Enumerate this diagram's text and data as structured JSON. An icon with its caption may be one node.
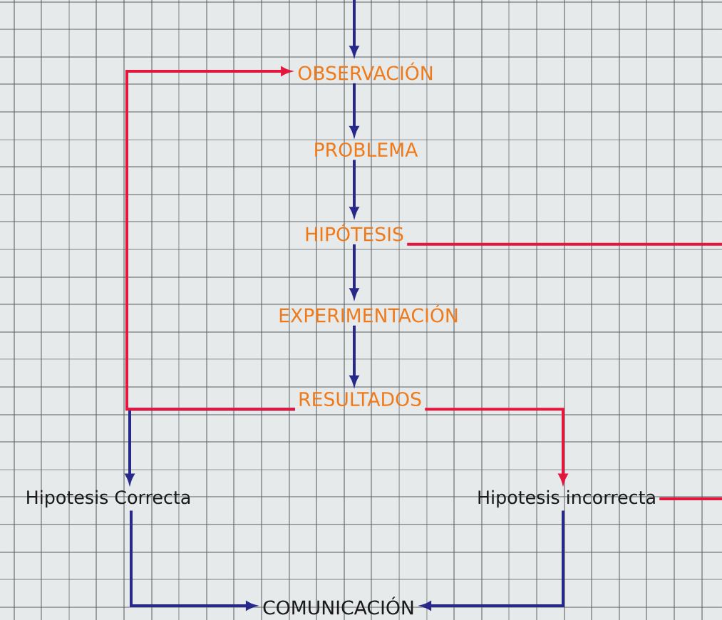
{
  "diagram": {
    "nodes": [
      {
        "text": [
          "OBSERVACIÓN"
        ]
      },
      {
        "text": [
          "PROBLEMA"
        ]
      },
      {
        "text": [
          "HIPÓTESIS"
        ]
      },
      {
        "text": [
          "EXPERIMENTACIÓN"
        ]
      },
      {
        "text": [
          "RESULTADOS"
        ]
      },
      {
        "text": [
          "Hipotesis Correcta"
        ]
      },
      {
        "text": [
          "Hipotesis incorrecta"
        ]
      },
      {
        "text": [
          "COMUNICACIÓN"
        ]
      }
    ],
    "edges": [
      {
        "from": null,
        "to": 0,
        "arrow": "to"
      },
      {
        "from": 0,
        "to": 1,
        "arrow": "to"
      },
      {
        "from": 1,
        "to": 2,
        "arrow": "to"
      },
      {
        "from": 2,
        "to": 3,
        "arrow": "to"
      },
      {
        "from": 3,
        "to": 4,
        "arrow": "to"
      },
      {
        "from": 4,
        "to": 0,
        "arrow": "to",
        "color": "#e3173e"
      },
      {
        "from": 4,
        "to": 5,
        "arrow": "to"
      },
      {
        "from": 4,
        "to": 6,
        "arrow": "to",
        "color": "#e3173e"
      },
      {
        "from": 5,
        "to": 7,
        "arrow": "to"
      },
      {
        "from": 6,
        "to": 7,
        "arrow": "to"
      },
      {
        "from": 2,
        "to": null,
        "arrow": "none",
        "color": "#e3173e"
      },
      {
        "from": 6,
        "to": null,
        "arrow": "none",
        "color": "#e3173e"
      }
    ]
  }
}
